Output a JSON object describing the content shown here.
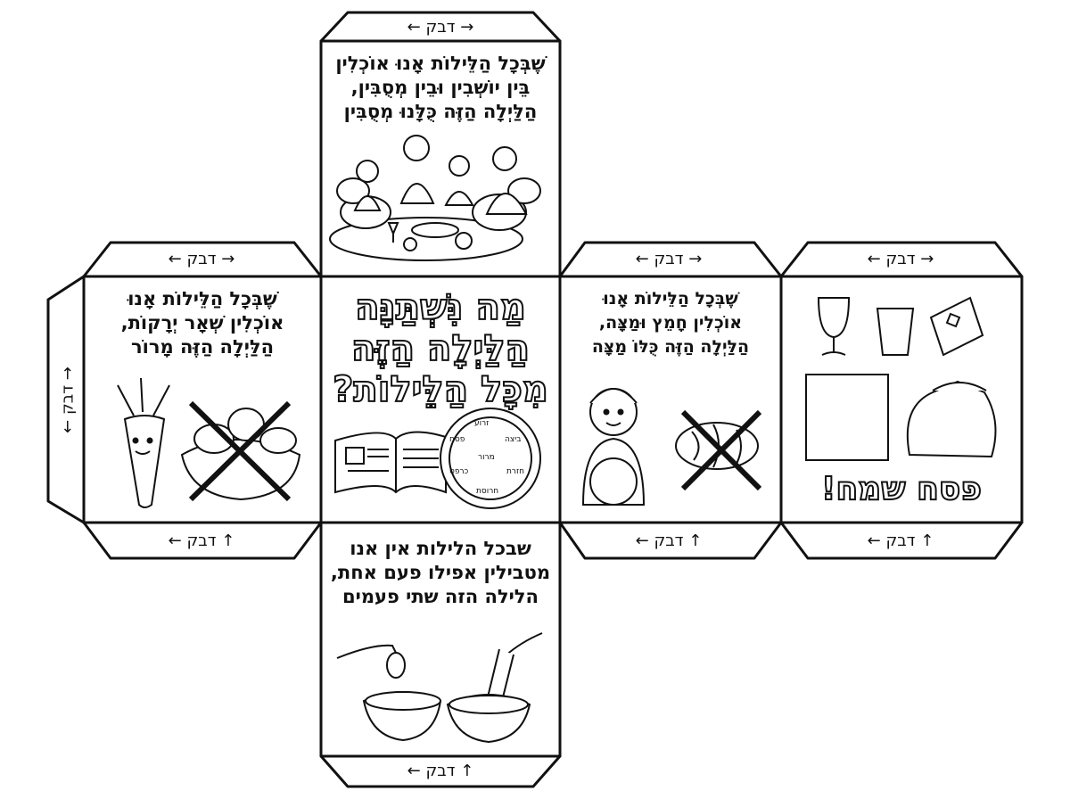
{
  "tabs": {
    "top_face": "← דבק →",
    "left_face": "← דבק →",
    "right1_face": "← דבק →",
    "right2_face": "← דבק →",
    "left_side": "← דבק →",
    "left_bottom": "← דבק ↑",
    "right1_bottom": "← דבק ↑",
    "right2_bottom": "← דבק ↑",
    "bottom_face": "← דבק ↑"
  },
  "faces": {
    "top": {
      "lines": [
        "שֶׁבְּכָל הַלֵּילוֹת אָנוּ אוֹכְלִין",
        "בֵּין יוֹשְׁבִין וּבֵין מְסֻבִּין,",
        "הַלַּיְלָה הַזֶּה כֻּלָּנוּ מְסֻבִּין"
      ],
      "illustration": "family-seder-icon"
    },
    "left": {
      "lines": [
        "שֶׁבְּכָל הַלֵּילוֹת אָנוּ",
        "אוֹכְלִין שְׁאָר יְרָקוֹת,",
        "הַלַּיְלָה הַזֶּה מָרוֹר"
      ],
      "illustration": "carrot-vegetables-crossed-icon"
    },
    "center": {
      "title_lines": [
        "מַה נִּשְׁתַּנָּה",
        "הַלַּיְלָה הַזֶּה",
        "מִכָּל הַלֵּילוֹת?"
      ],
      "illustration": "haggadah-seder-plate-icon",
      "plate_labels": [
        "זרוע",
        "ביצה",
        "מרור",
        "פסח",
        "כרפס",
        "חזרת",
        "חרוסת"
      ]
    },
    "right1": {
      "lines": [
        "שֶׁבְּכָל הַלֵּילוֹת אָנוּ",
        "אוֹכְלִין חָמֵץ וּמַצָּה,",
        "הַלַּיְלָה הַזֶּה כֻּלּוֹ מַצָּה"
      ],
      "illustration": "boy-matzah-challah-crossed-icon"
    },
    "right2": {
      "greeting": "פסח שמח!",
      "illustration": "wine-cup-matzah-bag-icon"
    },
    "bottom": {
      "lines": [
        "שבכל הלילות אין אנו",
        "מטבילין אפילו פעם אחת,",
        "הלילה הזה שתי פעמים"
      ],
      "illustration": "dipping-hands-bowls-icon"
    }
  }
}
